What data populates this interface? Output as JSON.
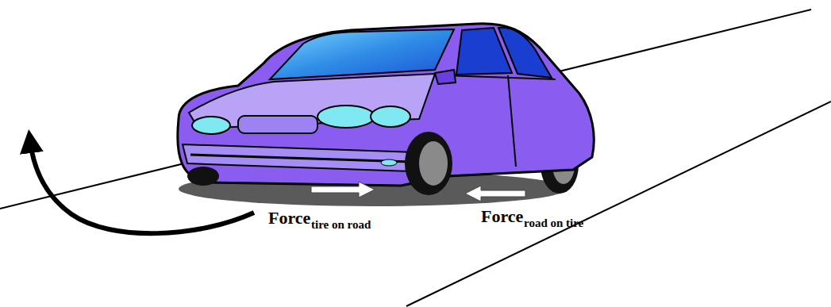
{
  "diagram": {
    "labels": [
      "Force",
      "tire on road",
      "Force",
      "road on tire"
    ]
  }
}
